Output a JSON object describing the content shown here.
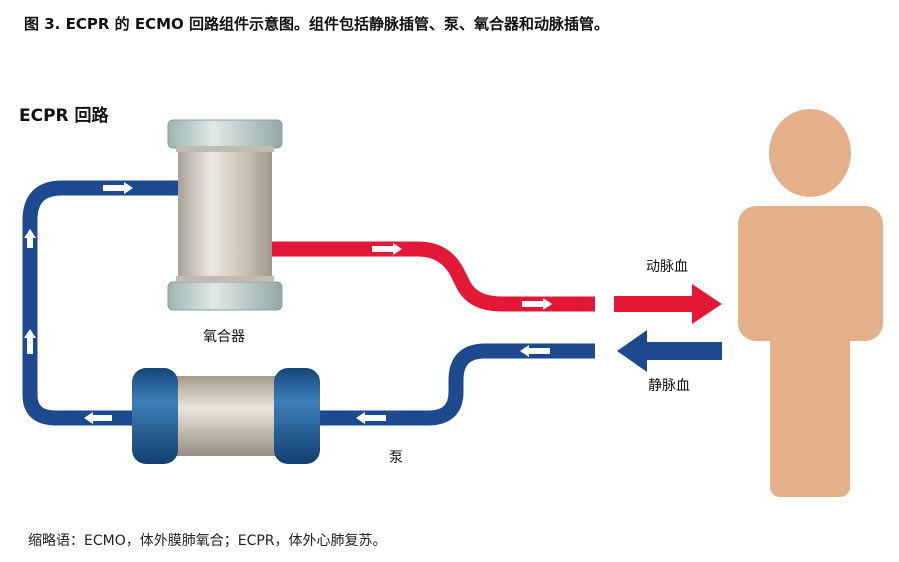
{
  "title": "图 3. ECPR 的 ECMO 回路组件示意图。组件包括静脉插管、泵、氧合器和动脉插管。",
  "circuit_heading": "ECPR 回路",
  "labels": {
    "oxygenator": "氧合器",
    "pump": "泵",
    "arterial_blood": "动脉血",
    "venous_blood": "静脉血"
  },
  "footnote": "缩略语：ECMO，体外膜肺氧合；ECPR，体外心肺复苏。",
  "colors": {
    "venous": "#1d4a8e",
    "arterial": "#e31837",
    "person": "#e4b08a",
    "oxygenator_cap": "#bfcfcc",
    "pump_cap": "#1f5e96"
  }
}
